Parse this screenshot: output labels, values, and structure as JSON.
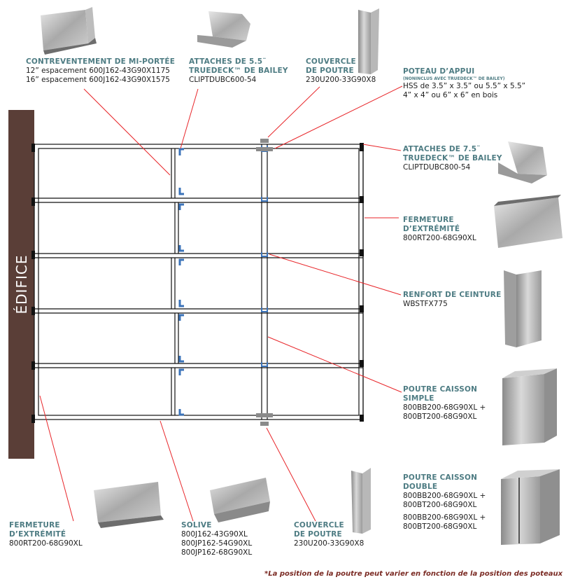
{
  "side_label": "ÉDIFICE",
  "colors": {
    "callout_line": "#e8262a",
    "heading": "#4e7c83",
    "building": "#5a3e37",
    "clip": "#3b73b9"
  },
  "callouts": {
    "contreventement": {
      "title": "CONTREVENTEMENT DE MI-PORTÉE",
      "lines": [
        "12” espacement 600J162-43G90X1175",
        "16” espacement 600J162-43G90X1575"
      ]
    },
    "attaches55": {
      "title1": "ATTACHES  DE 5.5¨",
      "title2": "TRUEDECK™ DE BAILEY",
      "lines": [
        "CLIPTDUBC600-54"
      ]
    },
    "couvercle_top": {
      "title1": "COUVERCLE",
      "title2": "DE POUTRE",
      "lines": [
        "230U200-33G90X8"
      ]
    },
    "poteau": {
      "title": "POTEAU D’APPUI",
      "subtitle": "(NONINCLUS AVEC TRUEDECK™ DE BAILEY)",
      "lines": [
        "HSS de 3.5” x 3.5” ou 5.5” x 5.5”",
        "4” x 4” ou 6” x 6” en bois"
      ]
    },
    "attaches75": {
      "title1": "ATTACHES  DE 7.5¨",
      "title2": "TRUEDECK™ DE BAILEY",
      "lines": [
        "CLIPTDUBC800-54"
      ]
    },
    "fermeture_right": {
      "title1": "FERMETURE",
      "title2": "D’EXTRÉMITÉ",
      "lines": [
        "800RT200-68G90XL"
      ]
    },
    "renfort": {
      "title": "RENFORT DE CEINTURE",
      "lines": [
        "WBSTFX775"
      ]
    },
    "poutre_simple": {
      "title1": "POUTRE CAISSON",
      "title2": "SIMPLE",
      "lines": [
        "800BB200-68G90XL +",
        "800BT200-68G90XL"
      ]
    },
    "poutre_double": {
      "title1": "POUTRE CAISSON",
      "title2": "DOUBLE",
      "lines": [
        "800BB200-68G90XL +",
        "800BT200-68G90XL",
        "800BB200-68G90XL +",
        "800BT200-68G90XL"
      ]
    },
    "fermeture_left": {
      "title1": "FERMETURE",
      "title2": "D’EXTRÉMITÉ",
      "lines": [
        "800RT200-68G90XL"
      ]
    },
    "solive": {
      "title": "SOLIVE",
      "lines": [
        "800J162-43G90XL",
        "800JP162-54G90XL",
        "800JP162-68G90XL"
      ]
    },
    "couvercle_bottom": {
      "title1": "COUVERCLE",
      "title2": "DE POUTRE",
      "lines": [
        "230U200-33G90X8"
      ]
    }
  },
  "footnote": "*La position de la poutre peut varier en fonction de la position des poteaux"
}
